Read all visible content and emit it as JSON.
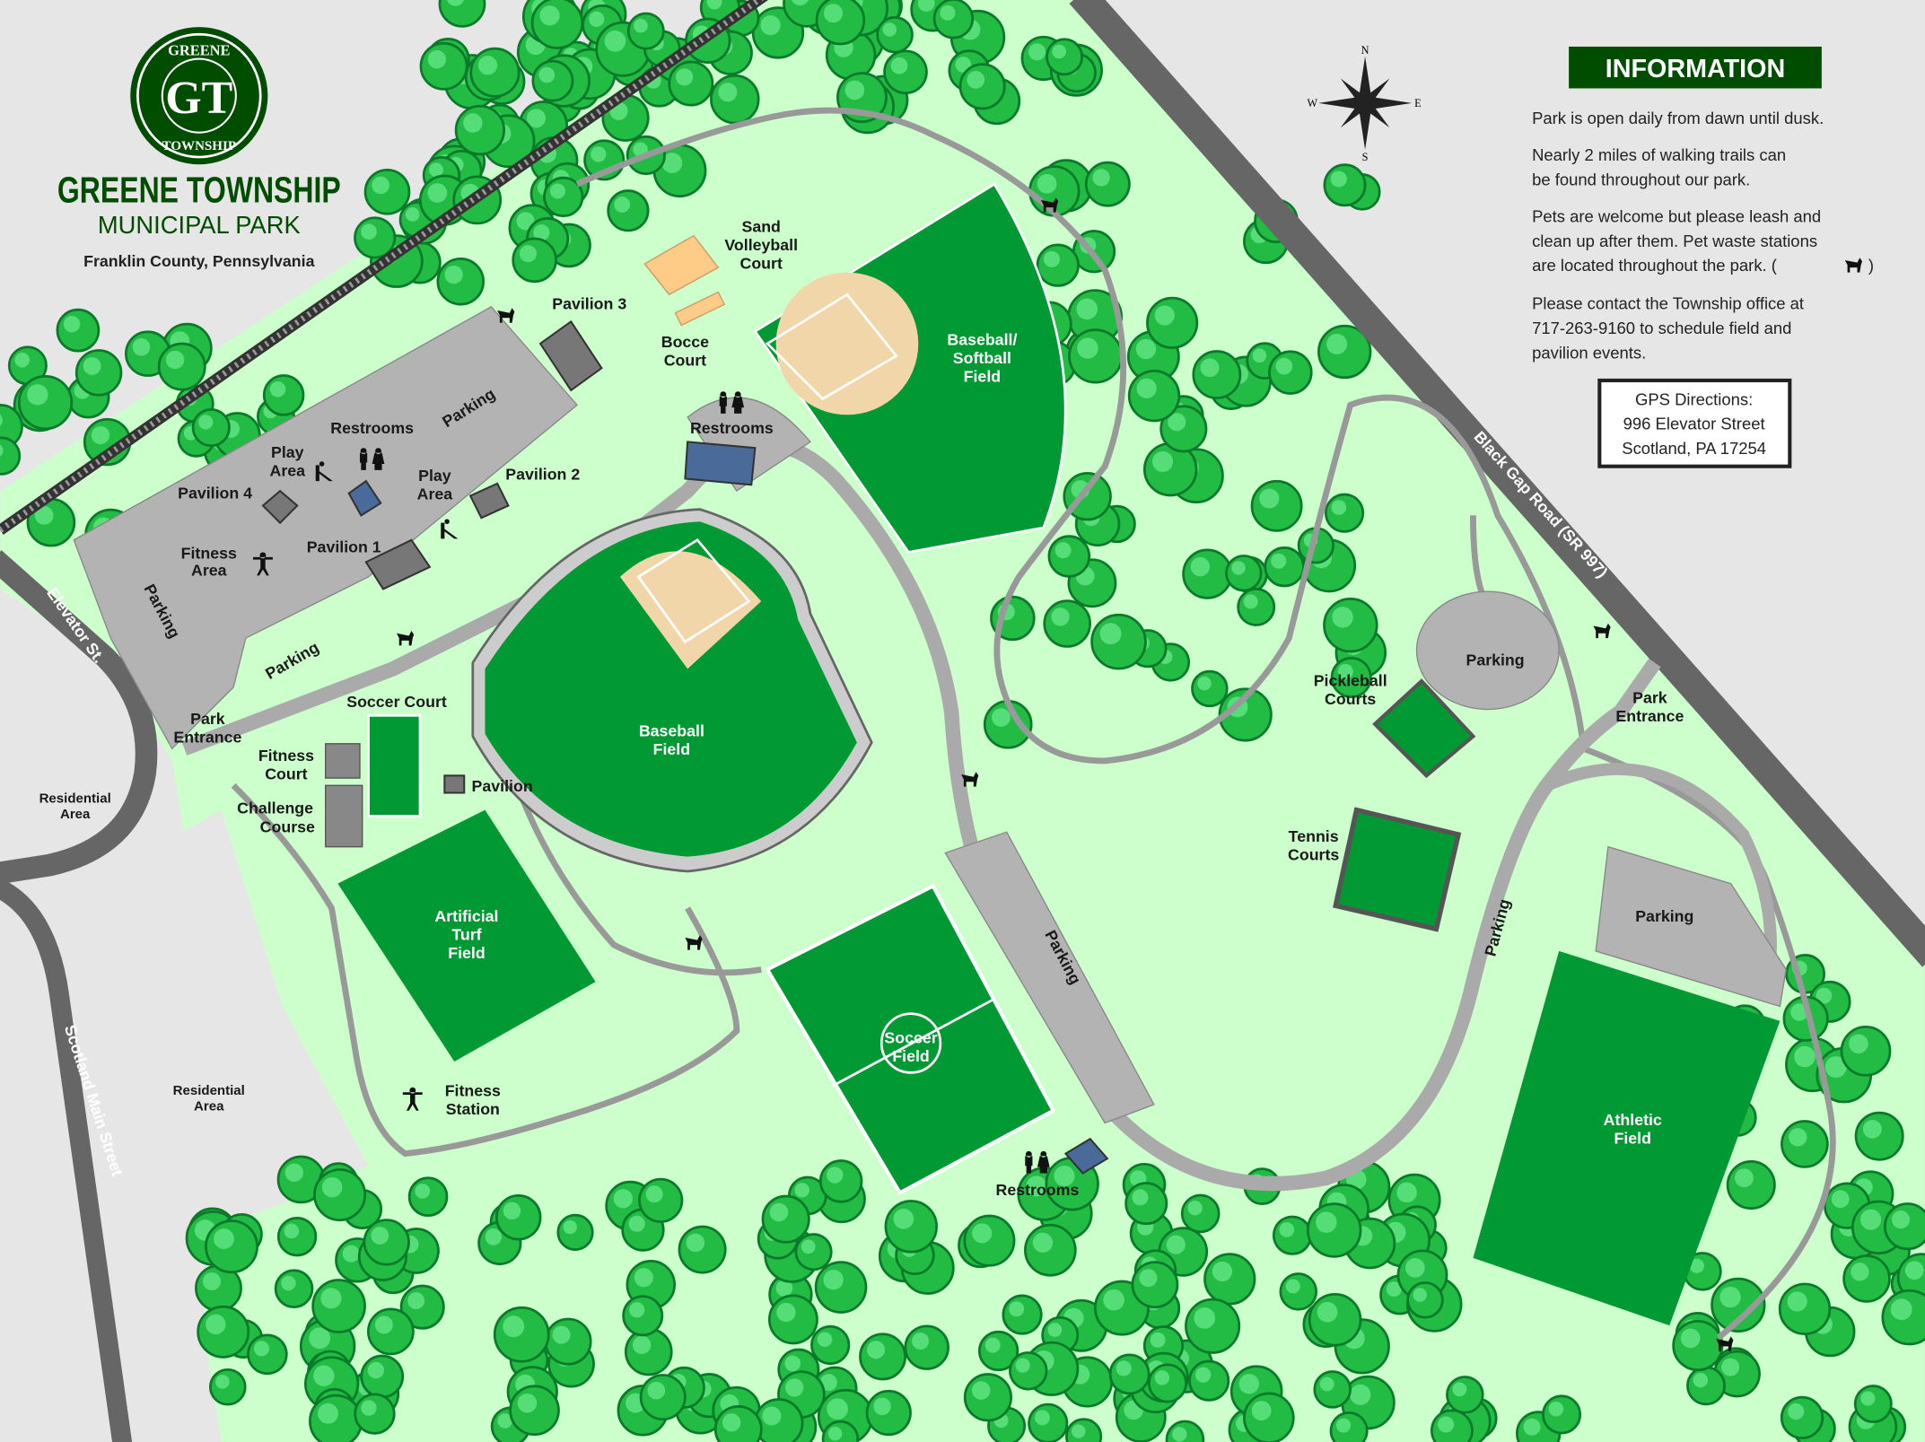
{
  "header": {
    "logo_top": "GREENE",
    "logo_mid": "GT",
    "logo_bottom": "TOWNSHIP",
    "title": "GREENE TOWNSHIP",
    "subtitle": "MUNICIPAL PARK",
    "county": "Franklin County, Pennsylvania"
  },
  "compass": {
    "n": "N",
    "s": "S",
    "e": "E",
    "w": "W"
  },
  "info": {
    "heading": "INFORMATION",
    "p1": [
      "Park is open daily from dawn until dusk."
    ],
    "p2": [
      "Nearly 2 miles of walking trails can",
      "be found throughout our park."
    ],
    "p3": [
      "Pets are welcome but please leash and",
      "clean up after them.  Pet waste stations",
      "are located throughout the park.  (",
      ")"
    ],
    "p4": [
      "Please contact the Township office at",
      "717-263-9160 to schedule field and",
      "pavilion events."
    ],
    "gps": [
      "GPS Directions:",
      "996 Elevator Street",
      "Scotland, PA 17254"
    ]
  },
  "roads": {
    "black_gap": "Black Gap Road (SR 997)",
    "elevator": "Elevator St.",
    "scotland": "Scotland Main Street"
  },
  "labels": {
    "sand_volleyball": [
      "Sand",
      "Volleyball",
      "Court"
    ],
    "pavilion3": "Pavilion 3",
    "bocce": [
      "Bocce",
      "Court"
    ],
    "softball": [
      "Baseball/",
      "Softball",
      "Field"
    ],
    "restrooms_center": "Restrooms",
    "restrooms_west": "Restrooms",
    "parking_nw": "Parking",
    "play_area_1": [
      "Play",
      "Area"
    ],
    "play_area_2": [
      "Play",
      "Area"
    ],
    "pavilion2": "Pavilion 2",
    "pavilion4": "Pavilion 4",
    "pavilion1": "Pavilion 1",
    "fitness_area": [
      "Fitness",
      "Area"
    ],
    "parking_w": "Parking",
    "parking_sw": "Parking",
    "park_entrance_w": [
      "Park",
      "Entrance"
    ],
    "soccer_court": "Soccer Court",
    "fitness_court": [
      "Fitness",
      "Court"
    ],
    "challenge_course": [
      "Challenge",
      "Course"
    ],
    "pavilion": "Pavilion",
    "residential_1": [
      "Residential",
      "Area"
    ],
    "baseball": [
      "Baseball",
      "Field"
    ],
    "turf": [
      "Artificial",
      "Turf",
      "Field"
    ],
    "fitness_station": [
      "Fitness",
      "Station"
    ],
    "residential_2": [
      "Residential",
      "Area"
    ],
    "soccer_field": [
      "Soccer",
      "Field"
    ],
    "restrooms_south": "Restrooms",
    "parking_center": "Parking",
    "pickleball": [
      "Pickleball",
      "Courts"
    ],
    "parking_east_loop": "Parking",
    "park_entrance_e": [
      "Park",
      "Entrance"
    ],
    "tennis": [
      "Tennis",
      "Courts"
    ],
    "parking_east_road": "Parking",
    "parking_se": "Parking",
    "athletic": [
      "Athletic",
      "Field"
    ]
  },
  "colors": {
    "background": "#e6e6e6",
    "park": "#ccffcc",
    "field": "#009933",
    "brand": "#004d00",
    "road": "#666666",
    "parking": "#b3b3b3",
    "infield": "#f0d6a8"
  }
}
